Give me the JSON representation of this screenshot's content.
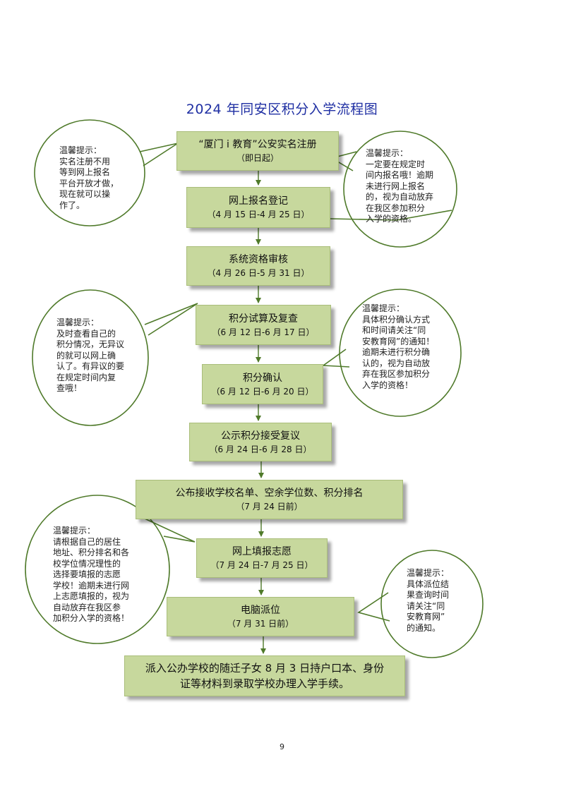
{
  "title": "2024 年同安区积分入学流程图",
  "steps": [
    {
      "line1": "“厦门 i 教育”公安实名注册",
      "line2": "（即日起）"
    },
    {
      "line1": "网上报名登记",
      "line2": "（4 月 15 日-4 月 25 日）"
    },
    {
      "line1": "系统资格审核",
      "line2": "（4 月 26 日-5 月 31 日）"
    },
    {
      "line1": "积分试算及复查",
      "line2": "（6 月 12 日-6 月 17 日）"
    },
    {
      "line1": "积分确认",
      "line2": "（6 月 12 日-6 月 20 日）"
    },
    {
      "line1": "公示积分接受复议",
      "line2": "（6 月 24 日-6 月 28 日）"
    },
    {
      "line1": "公布接收学校名单、空余学位数、积分排名",
      "line2": "（7 月 24 日前）"
    },
    {
      "line1": "网上填报志愿",
      "line2": "（7 月 24 日-7 月 25 日）"
    },
    {
      "line1": "电脑派位",
      "line2": "（7 月 31 日前）"
    },
    {
      "line1": "派入公办学校的随迁子女 8 月 3 日持户口本、身份",
      "line2": "证等材料到录取学校办理入学手续。"
    }
  ],
  "tips": [
    {
      "head": "温馨提示：",
      "lines": [
        "实名注册不用",
        "等到网上报名",
        "平台开放才做，",
        "现在就可以操",
        "作了。"
      ]
    },
    {
      "head": "温馨提示：",
      "lines": [
        "一定要在规定时",
        "间内报名哦！逾期",
        "未进行网上报名",
        "的，视为自动放弃",
        "在我区参加积分",
        "入学的资格。"
      ]
    },
    {
      "head": "温馨提示：",
      "lines": [
        "及时查看自己的",
        "积分情况，无异议",
        "的就可以网上确",
        "认了。有异议的要",
        "在规定时间内复",
        "查哦！"
      ]
    },
    {
      "head": "温馨提示：",
      "lines": [
        "具体积分确认方式",
        "和时间请关注“同",
        "安教育网”的通知！",
        "逾期未进行积分确",
        "认的，视为自动放",
        "弃在我区参加积分",
        "入学的资格！"
      ]
    },
    {
      "head": "温馨提示：",
      "lines": [
        "请根据自己的居住",
        "地址、积分排名和各",
        "校学位情况理性的",
        "选择要填报的志愿",
        "学校！逾期未进行网",
        "上志愿填报的，视为",
        "自动放弃在我区参",
        "加积分入学的资格！"
      ]
    },
    {
      "head": "温馨提示：",
      "lines": [
        "具体派位结",
        "果查询时间",
        "请关注“同",
        "安教育网”",
        "的通知。"
      ]
    }
  ],
  "page_number": "9",
  "colors": {
    "box": "#c7d89d",
    "line": "#4f7a2a",
    "title": "#1f2fa3"
  }
}
